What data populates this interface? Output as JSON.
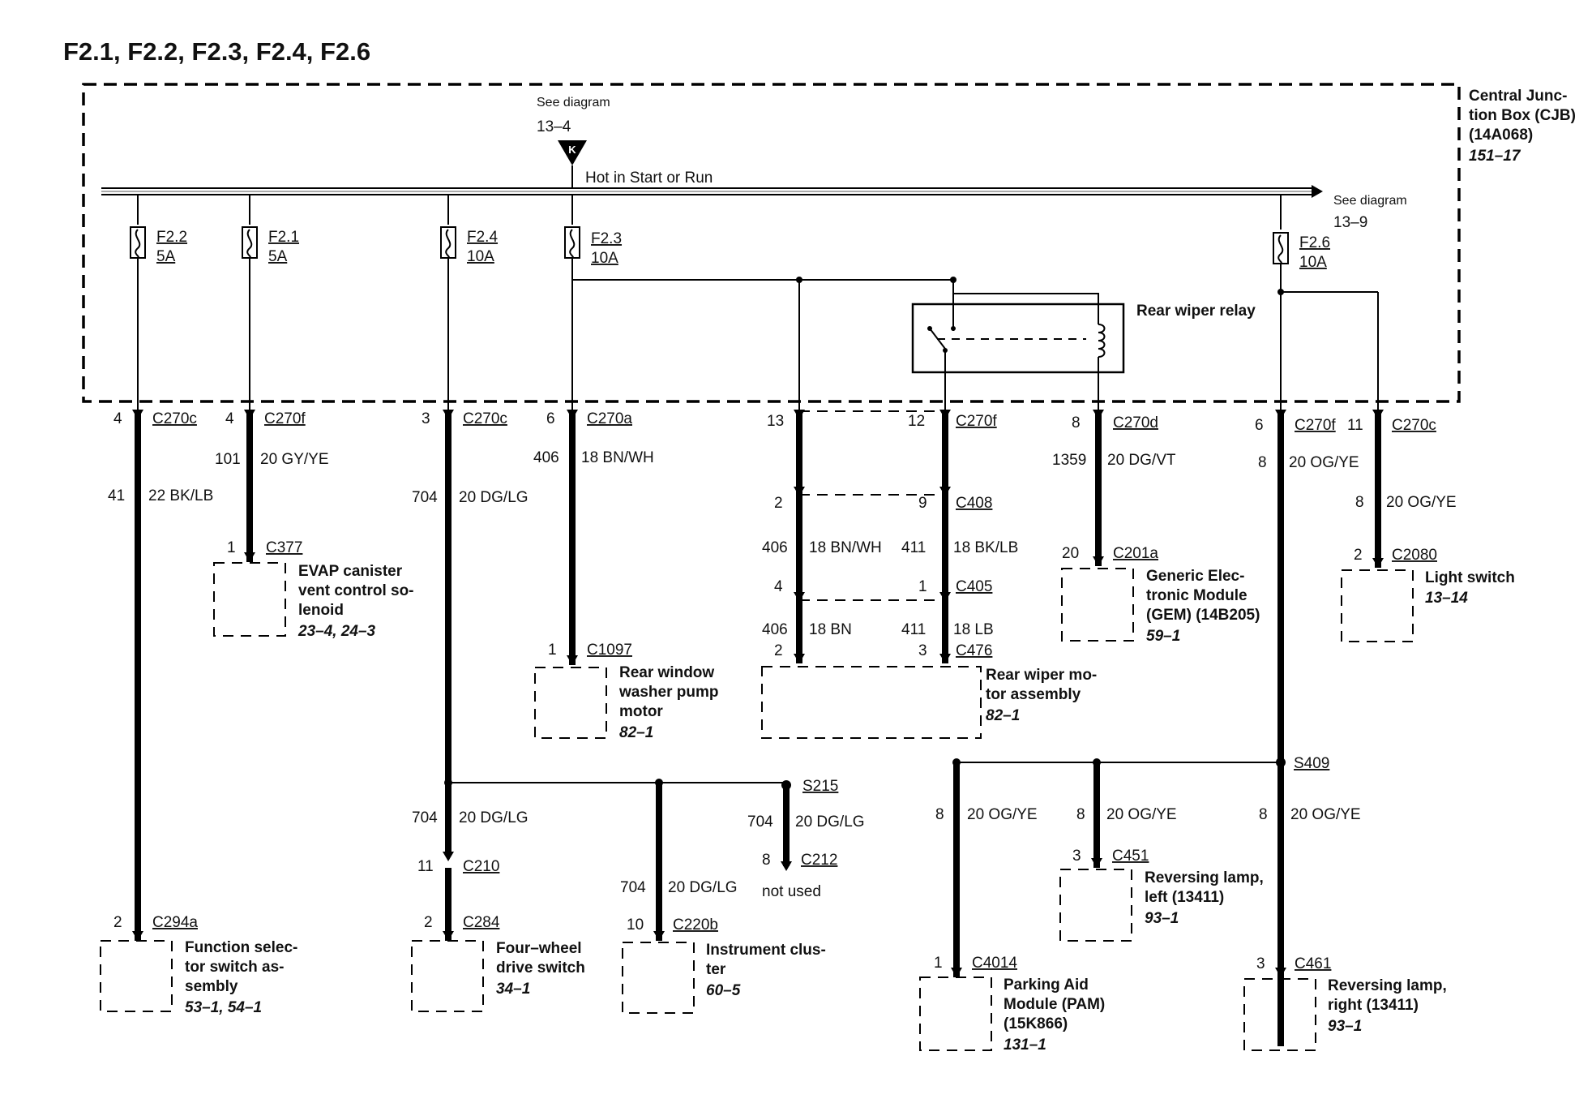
{
  "title": "F2.1, F2.2, F2.3, F2.4, F2.6",
  "cjb": {
    "line1": "Central Junc-",
    "line2": "tion Box (CJB)",
    "line3": "(14A068)",
    "ref": "151–17"
  },
  "feed": {
    "see": "See diagram",
    "ref": "13–4",
    "k": "K",
    "hot": "Hot in Start or Run"
  },
  "bus_end": {
    "see": "See diagram",
    "ref": "13–9"
  },
  "fuses": [
    {
      "name": "F2.2",
      "amp": "5A"
    },
    {
      "name": "F2.1",
      "amp": "5A"
    },
    {
      "name": "F2.4",
      "amp": "10A"
    },
    {
      "name": "F2.3",
      "amp": "10A"
    },
    {
      "name": "F2.6",
      "amp": "10A"
    }
  ],
  "relay": {
    "label": "Rear wiper relay"
  },
  "c1": {
    "pin": "4",
    "conn": "C270c",
    "circuit": "41",
    "wire": "22 BK/LB",
    "end_pin": "2",
    "end_conn": "C294a",
    "comp1": "Function selec-",
    "comp2": "tor switch as-",
    "comp3": "sembly",
    "ref": "53–1, 54–1"
  },
  "c2": {
    "pin": "4",
    "conn": "C270f",
    "circuit": "101",
    "wire": "20 GY/YE",
    "end_pin": "1",
    "end_conn": "C377",
    "comp1": "EVAP canister",
    "comp2": "vent control so-",
    "comp3": "lenoid",
    "ref": "23–4, 24–3"
  },
  "c3": {
    "pin": "3",
    "conn": "C270c",
    "circuit": "704",
    "wire": "20 DG/LG",
    "b1": {
      "circuit": "704",
      "wire": "20 DG/LG",
      "pin_a": "11",
      "conn_a": "C210",
      "end_pin": "2",
      "end_conn": "C284",
      "comp1": "Four–wheel",
      "comp2": "drive switch",
      "ref": "34–1"
    },
    "b2": {
      "circuit": "704",
      "wire": "20 DG/LG",
      "end_pin": "10",
      "end_conn": "C220b",
      "comp1": "Instrument clus-",
      "comp2": "ter",
      "ref": "60–5"
    },
    "b3": {
      "splice": "S215",
      "circuit": "704",
      "wire": "20 DG/LG",
      "pin": "8",
      "conn": "C212",
      "note": "not used"
    }
  },
  "c4": {
    "pin": "6",
    "conn": "C270a",
    "circuit": "406",
    "wire": "18 BN/WH",
    "end_pin": "1",
    "end_conn": "C1097",
    "comp1": "Rear window",
    "comp2": "washer pump",
    "comp3": "motor",
    "ref": "82–1"
  },
  "c5": {
    "pin_l": "13",
    "pin_r": "12",
    "conn": "C270f",
    "c408_l": "2",
    "c408_r": "9",
    "c408": "C408",
    "circ_l": "406",
    "wire_l": "18 BN/WH",
    "circ_r": "411",
    "wire_r": "18 BK/LB",
    "c405_l": "4",
    "c405_r": "1",
    "c405": "C405",
    "circ_l2": "406",
    "wire_l2": "18 BN",
    "circ_r2": "411",
    "wire_r2": "18 LB",
    "c476_l": "2",
    "c476_r": "3",
    "c476": "C476",
    "comp1": "Rear wiper mo-",
    "comp2": "tor assembly",
    "ref": "82–1"
  },
  "c6": {
    "pin": "8",
    "conn": "C270d",
    "circuit": "1359",
    "wire": "20 DG/VT",
    "end_pin": "20",
    "end_conn": "C201a",
    "comp1": "Generic Elec-",
    "comp2": "tronic Module",
    "comp3": "(GEM) (14B205)",
    "ref": "59–1"
  },
  "c7": {
    "pin": "6",
    "conn": "C270f",
    "circuit": "8",
    "wire": "20 OG/YE",
    "splice": "S409",
    "pam": {
      "circuit": "8",
      "wire": "20 OG/YE",
      "end_pin": "1",
      "end_conn": "C4014",
      "comp1": "Parking Aid",
      "comp2": "Module (PAM)",
      "comp3": "(15K866)",
      "ref": "131–1"
    },
    "left": {
      "circuit": "8",
      "wire": "20 OG/YE",
      "end_pin": "3",
      "end_conn": "C451",
      "comp1": "Reversing lamp,",
      "comp2": "left (13411)",
      "ref": "93–1"
    },
    "right": {
      "circuit": "8",
      "wire": "20 OG/YE",
      "end_pin": "3",
      "end_conn": "C461",
      "comp1": "Reversing lamp,",
      "comp2": "right (13411)",
      "ref": "93–1"
    }
  },
  "c8": {
    "pin": "11",
    "conn": "C270c",
    "circuit": "8",
    "wire": "20 OG/YE",
    "end_pin": "2",
    "end_conn": "C2080",
    "comp1": "Light switch",
    "ref": "13–14"
  }
}
